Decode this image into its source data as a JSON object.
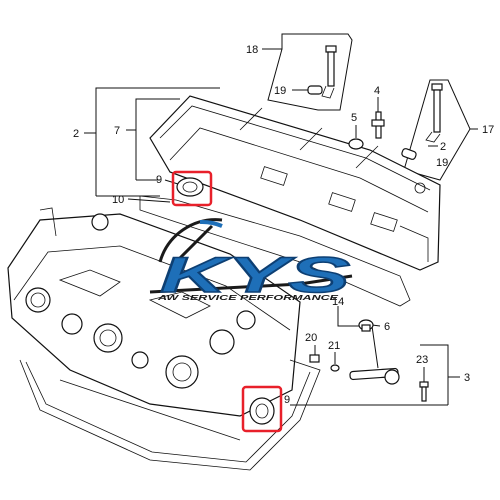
{
  "callouts": [
    "18",
    "19",
    "4",
    "2",
    "7",
    "17",
    "5",
    "2",
    "19",
    "9",
    "10",
    "14",
    "6",
    "20",
    "21",
    "23",
    "3",
    "9"
  ],
  "logo": {
    "main": "KYS",
    "tagline": "AW SERVICE PERFORMANCE"
  },
  "colors": {
    "highlight": "#e8202a",
    "logo_blue": "#1e6fb8",
    "logo_dark": "#1a1a1a",
    "line": "#111111"
  }
}
